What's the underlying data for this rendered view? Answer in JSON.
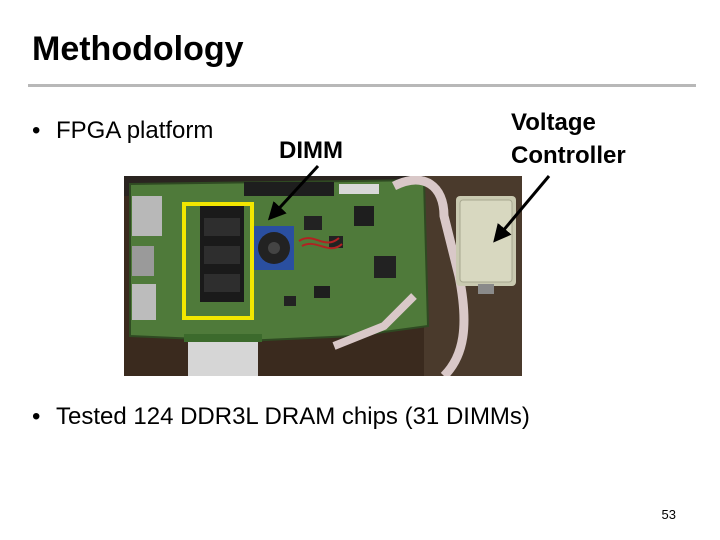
{
  "slide": {
    "title": "Methodology",
    "bullets": [
      "FPGA platform",
      "Tested 124 DDR3L DRAM chips (31 DIMMs)"
    ],
    "bullet_symbol": "•",
    "labels": {
      "dimm": "DIMM",
      "voltage_line1": "Voltage",
      "voltage_line2": "Controller"
    },
    "page_number": "53"
  },
  "colors": {
    "rule": "#b8b8b8",
    "highlight_box": "#f2e600",
    "arrow": "#000000"
  }
}
